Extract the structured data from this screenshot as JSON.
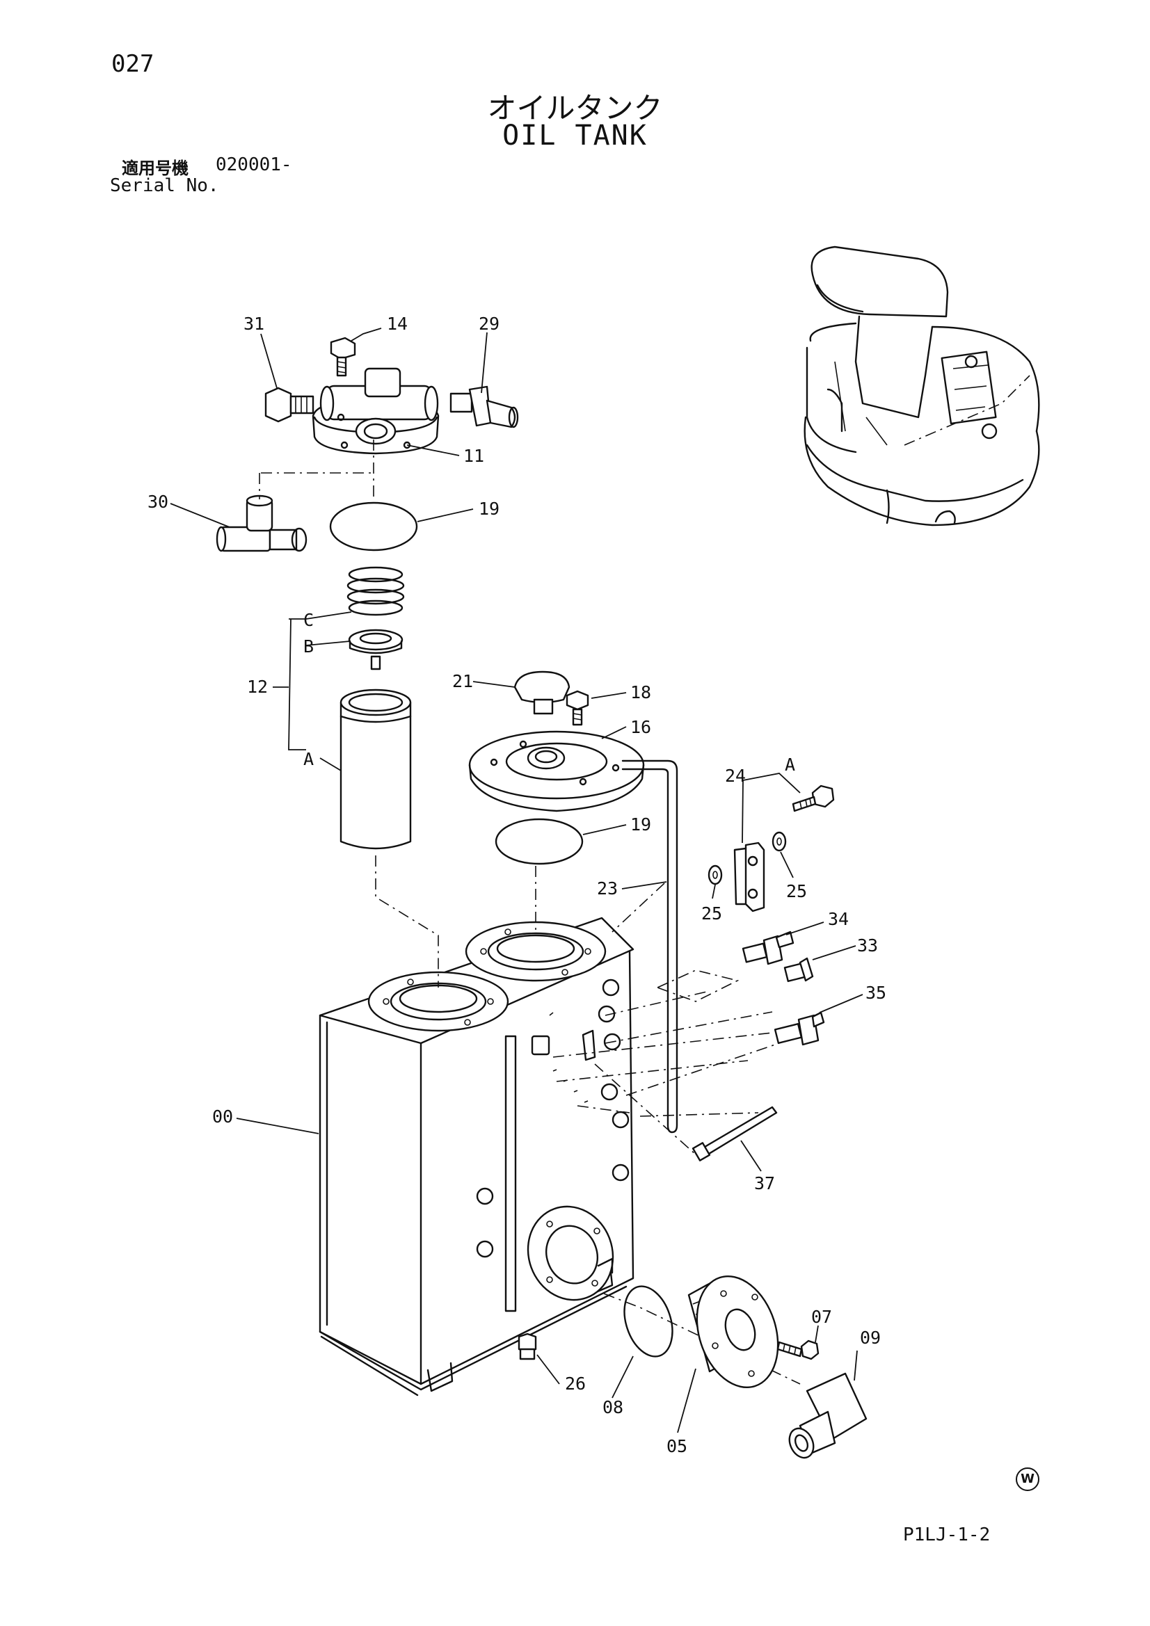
{
  "header": {
    "page_number": "027",
    "title_jp": "オイルタンク",
    "title_en": "OIL TANK",
    "serial_label_jp": "適用号機",
    "serial_value": "020001-",
    "serial_label_en": "Serial No."
  },
  "callouts": {
    "c31": "31",
    "c14": "14",
    "c29": "29",
    "c11": "11",
    "c30": "30",
    "c19a": "19",
    "cC": "C",
    "cB": "B",
    "c12": "12",
    "cA": "A",
    "c21": "21",
    "c18": "18",
    "c16": "16",
    "c19b": "19",
    "c24": "24",
    "cA2": "A",
    "c25a": "25",
    "c23": "23",
    "c25b": "25",
    "c34": "34",
    "c33": "33",
    "c35": "35",
    "c00": "00",
    "c37": "37",
    "c07": "07",
    "c09": "09",
    "c26": "26",
    "c08": "08",
    "c05": "05"
  },
  "footer": {
    "watermark": "W",
    "page_code": "P1LJ-1-2"
  }
}
